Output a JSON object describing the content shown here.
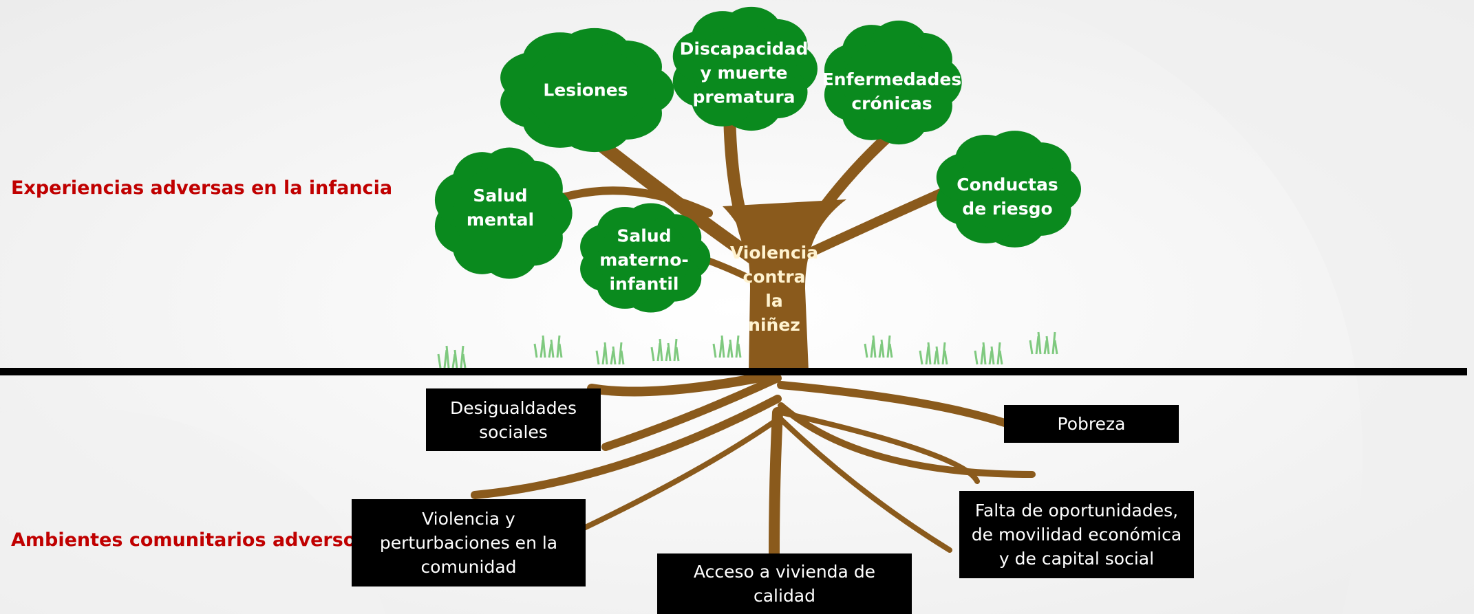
{
  "side_labels": {
    "top": "Experiencias adversas en la infancia",
    "bottom": "Ambientes comunitarios adversos"
  },
  "trunk": {
    "lines": [
      "Violencia",
      "contra",
      "la",
      "niñez"
    ]
  },
  "canopies": [
    {
      "id": "lesiones",
      "lines": [
        "Lesiones"
      ]
    },
    {
      "id": "discapacidad",
      "lines": [
        "Discapacidad",
        "y muerte",
        "prematura"
      ]
    },
    {
      "id": "enfermedades",
      "lines": [
        "Enfermedades",
        "crónicas"
      ]
    },
    {
      "id": "salud-mental",
      "lines": [
        "Salud",
        "mental"
      ]
    },
    {
      "id": "conductas",
      "lines": [
        "Conductas",
        "de riesgo"
      ]
    },
    {
      "id": "materno",
      "lines": [
        "Salud",
        "materno-",
        "infantil"
      ]
    }
  ],
  "roots": [
    {
      "id": "desigualdades",
      "lines": [
        "Desigualdades",
        "sociales"
      ]
    },
    {
      "id": "pobreza",
      "lines": [
        "Pobreza"
      ]
    },
    {
      "id": "violencia",
      "lines": [
        "Violencia y",
        "perturbaciones en la",
        "comunidad"
      ]
    },
    {
      "id": "vivienda",
      "lines": [
        "Acceso a vivienda de",
        "calidad"
      ]
    },
    {
      "id": "oportunidades",
      "lines": [
        "Falta de oportunidades,",
        "de movilidad económica",
        "y de capital social"
      ]
    }
  ],
  "colors": {
    "foliage": "#0a8a1e",
    "trunk": "#8a5a1c",
    "accent_red": "#c00000",
    "box_bg": "#000000",
    "grass": "#7fc97f"
  }
}
